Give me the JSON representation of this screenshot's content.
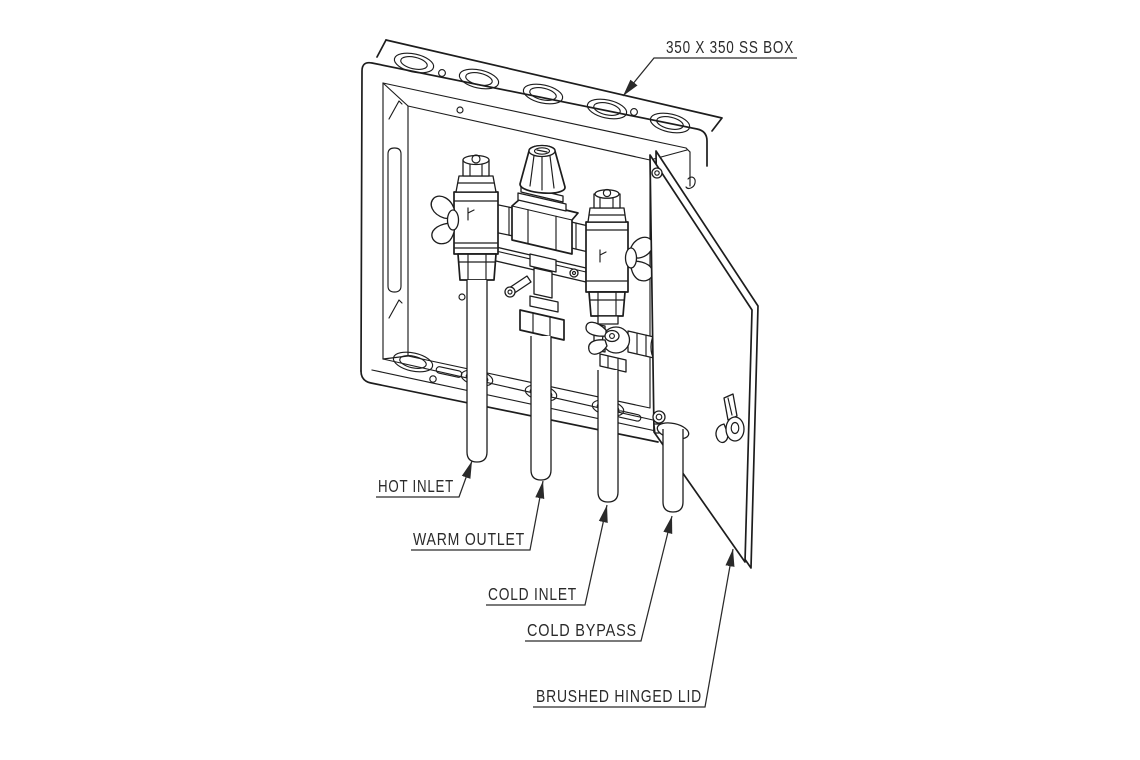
{
  "page": {
    "background": "#ffffff",
    "line_color": "#1d1d1d",
    "text_color": "#2a2a2a"
  },
  "callouts": {
    "box_size": "350 X 350 SS BOX",
    "hot_inlet": "HOT INLET",
    "warm_outlet": "WARM OUTLET",
    "cold_inlet": "COLD INLET",
    "cold_bypass": "COLD BYPASS",
    "lid": "BRUSHED HINGED LID"
  }
}
